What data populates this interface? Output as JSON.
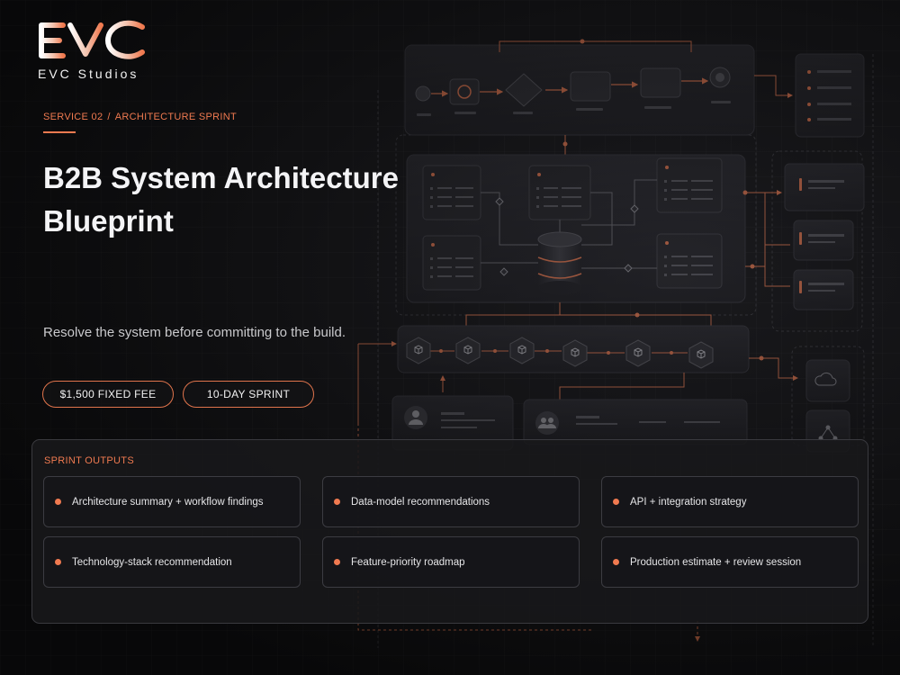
{
  "brand": {
    "logo_letters": "EVC",
    "name": "EVC Studios",
    "accent": "#f07a50"
  },
  "breadcrumb": {
    "service": "SERVICE 02",
    "separator": "/",
    "section": "ARCHITECTURE SPRINT"
  },
  "hero": {
    "title_line1": "B2B System Architecture",
    "title_line2": "Blueprint",
    "subtitle": "Resolve the system before committing to the build."
  },
  "pills": {
    "fee": "$1,500 FIXED FEE",
    "duration": "10-DAY SPRINT"
  },
  "outputs": {
    "heading": "SPRINT OUTPUTS",
    "items": [
      "Architecture summary + workflow findings",
      "Data-model recommendations",
      "API + integration strategy",
      "Technology-stack recommendation",
      "Feature-priority roadmap",
      "Production estimate + review session"
    ]
  },
  "diagram": {
    "icons": [
      "gauge-icon",
      "decision-diamond-icon",
      "database-icon",
      "cube-icon",
      "user-icon",
      "team-icon",
      "cloud-icon",
      "network-icon"
    ],
    "colors": {
      "panel": "#1f1f23",
      "line": "#e0744c",
      "muted": "#6a6a70"
    }
  }
}
